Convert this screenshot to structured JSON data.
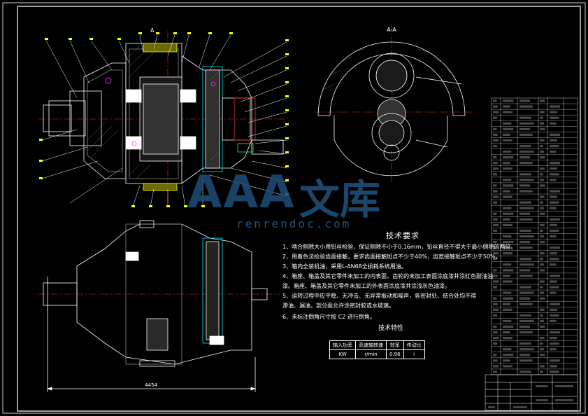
{
  "drawing": {
    "section_mark_top": "A",
    "section_view_label": "A-A",
    "dimension_overall_length": "4454",
    "lines_color": "#ffffff",
    "accent_colors": {
      "yellow": "#ffff00",
      "red": "#ff2a2a",
      "green": "#00ff66",
      "magenta": "#ff3cff",
      "cyan": "#00e5ff"
    }
  },
  "watermark": {
    "letters": "AAA",
    "chinese": "文库",
    "url": "renrendoc.com",
    "color": "#1e4f78"
  },
  "requirements": {
    "title": "技术要求",
    "items": [
      "1、啮合侧隙大小用铅丝检验，保证侧隙不小于0.16mm，铅丝直径不得大于最小侧隙的两倍。",
      "2、用着色法检验齿面接触，要求齿面接触斑点不少于40%，齿宽接触斑点不少于50%。",
      "3、箱内全装机油，采用L-AN68全损耗系统用油。",
      "4、箱座、箱盖及其它零件未加工的内表面，齿轮的未加工表面涂底漆并涂红色耐油油",
      "漆。箱座、箱盖及其它零件未加工的外表面涂底漆并涂浅灰色油漆。",
      "5、运转过程中应平稳、无冲击、无异常振动和噪声，各密封处、结合处均不得",
      "渗油、漏油，剖分面允许涂密封胶或水玻璃。",
      "6、未标注倒角尺寸按  C2  进行倒角。"
    ]
  },
  "performance": {
    "title": "技术特性",
    "headers": [
      "输入功率",
      "高速轴转速",
      "效率",
      "传动比"
    ],
    "values": [
      "KW",
      "r/min",
      "0.96",
      "i"
    ]
  }
}
